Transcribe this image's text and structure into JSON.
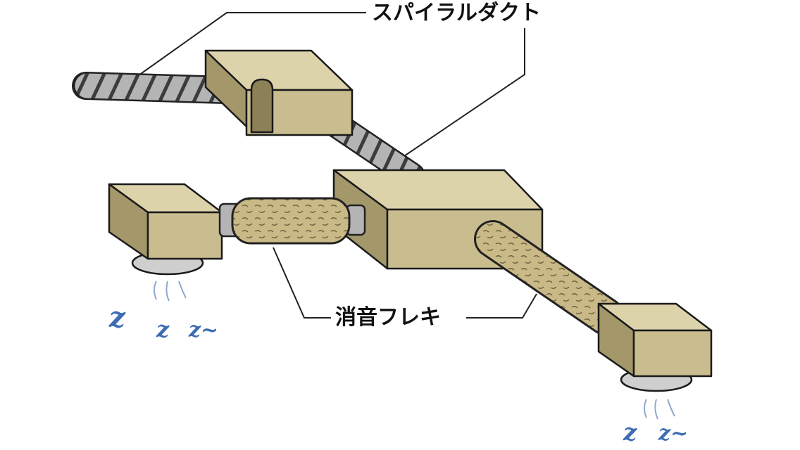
{
  "labels": {
    "spiral_duct": "スパイラルダクト",
    "silencer_flex": "消音フレキ"
  },
  "sound_marks": [
    "z",
    "z",
    "z~",
    "z",
    "z~"
  ],
  "colors": {
    "box_top": "#dcd3ab",
    "box_front": "#c9bd8f",
    "box_side": "#a4976a",
    "duct": "#b4b4b4",
    "flex": "#c9b987",
    "sound": "#3d6cb5"
  }
}
